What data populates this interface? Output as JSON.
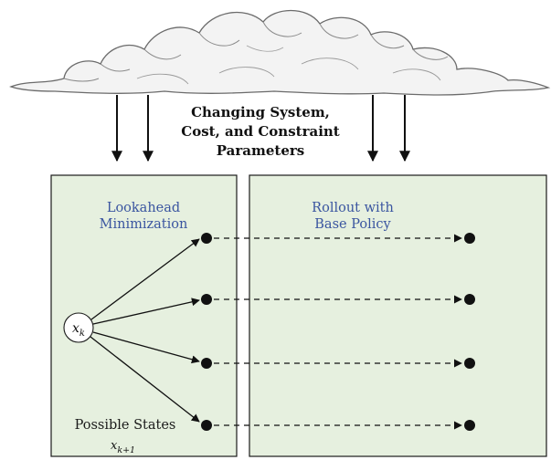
{
  "header": {
    "lines": [
      "Changing System,",
      "Cost, and Constraint",
      "Parameters"
    ]
  },
  "left_box": {
    "title_lines": [
      "Lookahead",
      "Minimization"
    ],
    "state_node": {
      "base": "x",
      "sub": "k"
    },
    "footer_label": "Possible States",
    "footer_symbol": {
      "base": "x",
      "sub": "k+1"
    }
  },
  "right_box": {
    "title_lines": [
      "Rollout with",
      "Base Policy"
    ]
  },
  "colors": {
    "box_fill": "#e6f0df",
    "box_stroke": "#1a1a1a",
    "title_blue": "#3a55a0",
    "ink": "#111111",
    "cloud_stroke": "#6a6a6a",
    "cloud_fill": "#f4f4f4"
  },
  "icons": [
    "cloud-icon"
  ]
}
